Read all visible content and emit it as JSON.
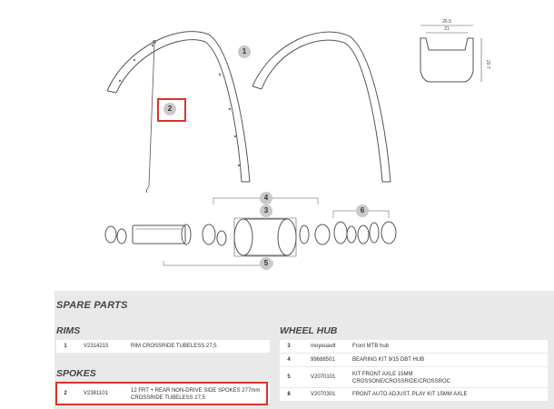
{
  "callouts": [
    "1",
    "2",
    "3",
    "4",
    "5",
    "6"
  ],
  "profile": {
    "width_outer": "26.5",
    "width_inner": "21",
    "height": "20.7"
  },
  "spare_parts_title": "SPARE PARTS",
  "rims": {
    "title": "RIMS",
    "rows": [
      {
        "num": "1",
        "code": "V2314215",
        "desc": "RIM CROSSRIDE TUBELESS 27,5"
      }
    ]
  },
  "spokes": {
    "title": "SPOKES",
    "rows": [
      {
        "num": "2",
        "code": "V2381101",
        "desc1": "12 FRT + REAR NON-DRIVE SIDE SPOKES 277mm",
        "desc2": "CROSSRIDE TUBELESS 27,5"
      }
    ]
  },
  "wheel_hub": {
    "title": "WHEEL HUB",
    "rows": [
      {
        "num": "3",
        "code": "moyeuavtt",
        "desc1": "Front MTB hub",
        "desc2": ""
      },
      {
        "num": "4",
        "code": "99688501",
        "desc1": "BEARING KIT 9/15 DBT HUB",
        "desc2": ""
      },
      {
        "num": "5",
        "code": "V2070101",
        "desc1": "KIT FRONT AXLE 15MM",
        "desc2": "CROSSONE/CROSSRIDE/CROSSROC"
      },
      {
        "num": "8",
        "code": "V2070301",
        "desc1": "FRONT AUTO ADJUST. PLAY KIT 15MM AXLE",
        "desc2": ""
      }
    ]
  },
  "colors": {
    "highlight": "#d9342b",
    "panel": "#e9e9e9",
    "callout": "#c9c9c9"
  }
}
